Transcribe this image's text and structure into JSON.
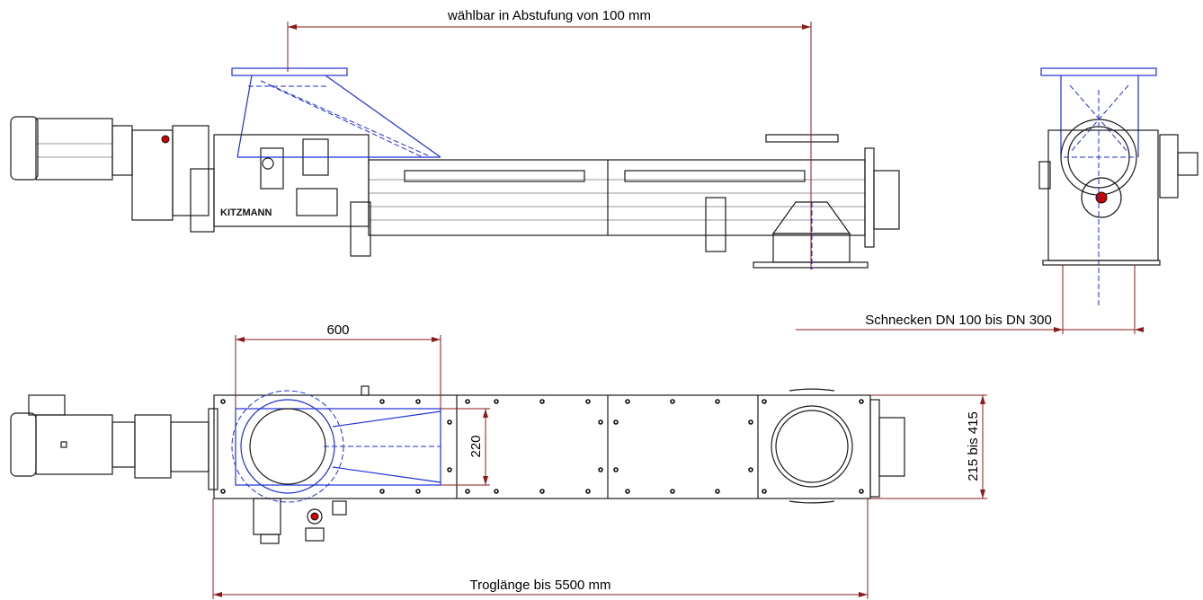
{
  "dimensions": {
    "top_span": "wählbar in Abstufung von 100 mm",
    "screw_diameter": "Schnecken DN 100 bis DN 300",
    "inlet_length": "600",
    "inlet_width": "220",
    "trough_width": "215 bis 415",
    "trough_length": "Troglänge bis 5500 mm"
  },
  "labels": {
    "brand": "KITZMANN"
  },
  "colors": {
    "dimension_line": "#8b1a1a",
    "outline": "#1a1a1a",
    "hidden_parts": "#1f2fd6",
    "motor_fill": "#d9d9d9"
  }
}
